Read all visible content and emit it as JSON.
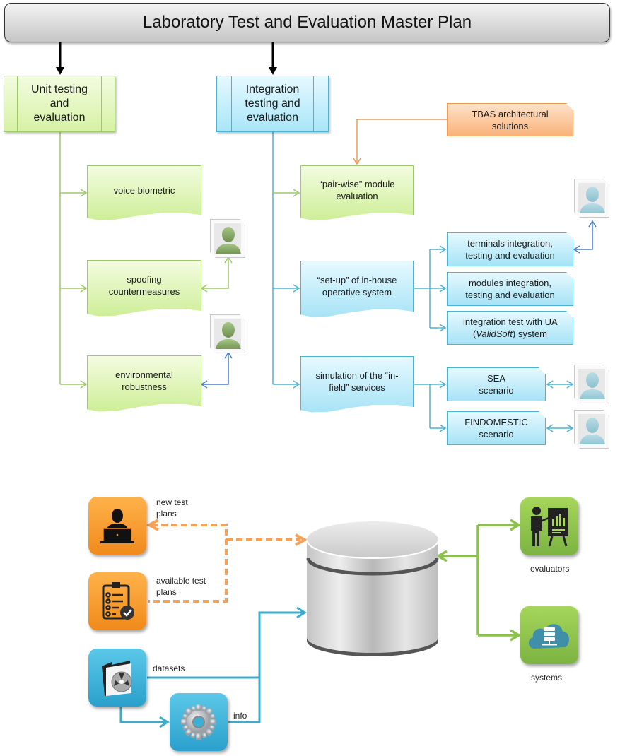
{
  "title": "Laboratory  Test and Evaluation Master Plan",
  "colors": {
    "green": "#9dc96a",
    "blue": "#4cb3d4",
    "orange": "#f09a55",
    "dark_blue_arrow": "#4a7fc8"
  },
  "unit": {
    "label": "Unit testing and evaluation",
    "children": [
      {
        "label": "voice biometric",
        "avatar": null
      },
      {
        "label": "spoofing countermeasures",
        "avatar": "user-green"
      },
      {
        "label": "environmental robustness",
        "avatar": "user-green"
      }
    ]
  },
  "integration": {
    "label": "Integration testing and evaluation",
    "tbas": "TBAS architectural solutions",
    "pairwise": "“pair-wise” module evaluation",
    "setup": {
      "label": "“set-up” of in-house operative system",
      "children": [
        "terminals integration, testing and evaluation",
        "modules integration, testing and evaluation",
        "integration test with UA (ValidSoft) system"
      ],
      "ua_prefix": "integration test with UA",
      "ua_italic": "ValidSoft",
      "ua_suffix": "system"
    },
    "simulation": {
      "label": "simulation of the “in-field” services",
      "children": [
        "SEA scenario",
        "FINDOMESTIC scenario"
      ]
    }
  },
  "repository": {
    "new_test_plans": "new test plans",
    "available_test_plans": "available test plans",
    "datasets": "datasets",
    "info": "info",
    "evaluators": "evaluators",
    "systems": "systems",
    "icons": [
      "developer-laptop-icon",
      "clipboard-checklist-icon",
      "folder-disc-icon",
      "gear-icon",
      "database-icon",
      "presenter-chart-icon",
      "cloud-server-icon"
    ]
  }
}
